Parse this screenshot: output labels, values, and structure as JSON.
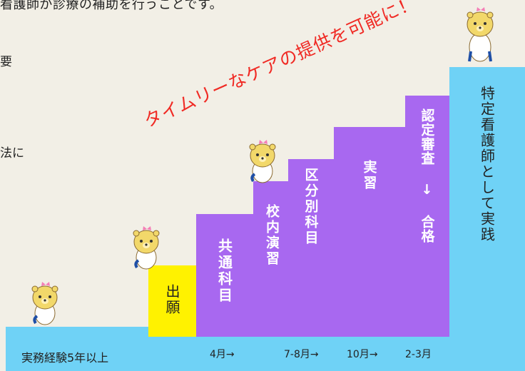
{
  "top_text": "看護師が診療の補助を行うことです。",
  "fragments": {
    "left1": "要",
    "left2": "法に"
  },
  "steps": {
    "base_label": "実務経験5年以上",
    "apply_label": "出願",
    "common_subjects": "共通科目",
    "school_exercise": "校内演習",
    "division_subjects": "区分別科目",
    "practicum": "実習",
    "certification": "認定審査 ↓ 合格",
    "practice": "特定看護師として実践"
  },
  "months": {
    "m1": "4月→",
    "m2": "7-8月→",
    "m3": "10月→",
    "m4": "2-3月"
  },
  "slogan": "タイムリーなケアの提供を可能に！",
  "icons": [
    "mascot-bear-icon"
  ],
  "colors": {
    "purple": "#a868f0",
    "cyan": "#6fd2f6",
    "yellow": "#fff200",
    "slogan": "#f02a24",
    "background": "#f2efe6"
  }
}
